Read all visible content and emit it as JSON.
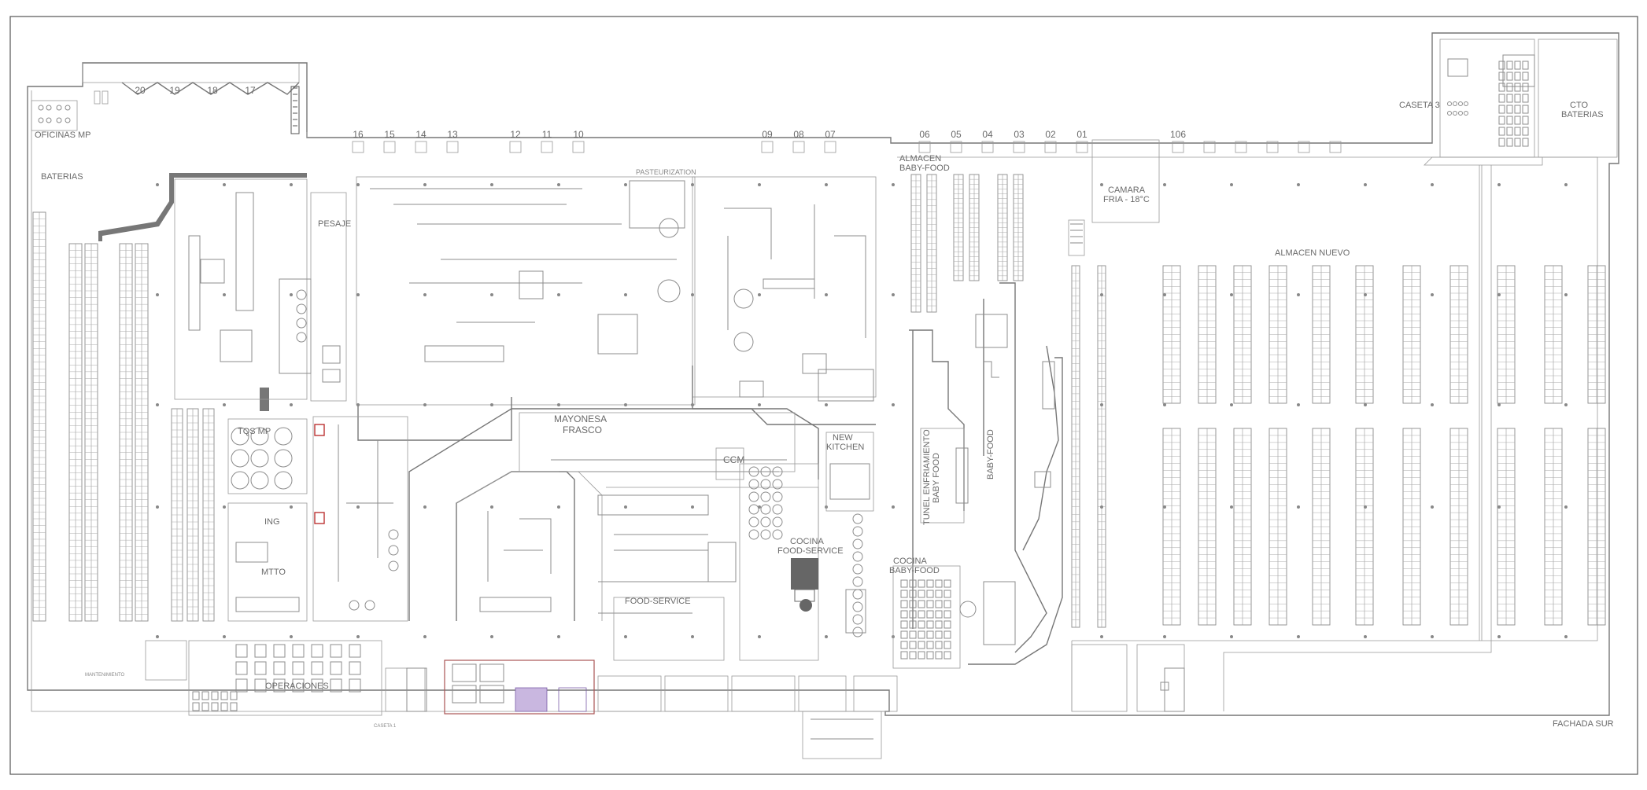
{
  "plan": {
    "docks_top_left": [
      "20",
      "19",
      "18",
      "17"
    ],
    "docks_main": [
      "16",
      "15",
      "14",
      "13",
      "12",
      "11",
      "10",
      "09",
      "08",
      "07",
      "06",
      "05",
      "04",
      "03",
      "02",
      "01",
      "106"
    ],
    "areas": {
      "oficinas_mp": "OFICINAS MP",
      "baterias": "BATERIAS",
      "pesaje": "PESAJE",
      "pasteurization": "PASTEURIZATION",
      "almacen_baby_food_1": "ALMACEN",
      "almacen_baby_food_2": "BABY-FOOD",
      "camara_1": "CAMARA",
      "camara_2": "FRIA - 18°C",
      "almacen_nuevo": "ALMACEN NUEVO",
      "caseta_3": "CASETA 3",
      "cto_baterias_1": "CTO",
      "cto_baterias_2": "BATERIAS",
      "tqs_mp": "TQS MP",
      "ing": "ING",
      "mtto": "MTTO",
      "mayonesa_1": "MAYONESA",
      "mayonesa_2": "FRASCO",
      "ccm": "CCM",
      "new_kitchen_1": "NEW",
      "new_kitchen_2": "KITCHEN",
      "tunel_1": "TUNEL ENFRIAMIENTO",
      "tunel_2": "BABY FOOD",
      "baby_food": "BABY-FOOD",
      "cocina_fs_1": "COCINA",
      "cocina_fs_2": "FOOD-SERVICE",
      "food_service": "FOOD-SERVICE",
      "cocina_bf_1": "COCINA",
      "cocina_bf_2": "BABY-FOOD",
      "operaciones": "OPERACIONES",
      "mantenimiento": "MANTENIMIENTO",
      "caseta_1": "CASETA 1",
      "fachada_sur": "FACHADA SUR"
    }
  }
}
